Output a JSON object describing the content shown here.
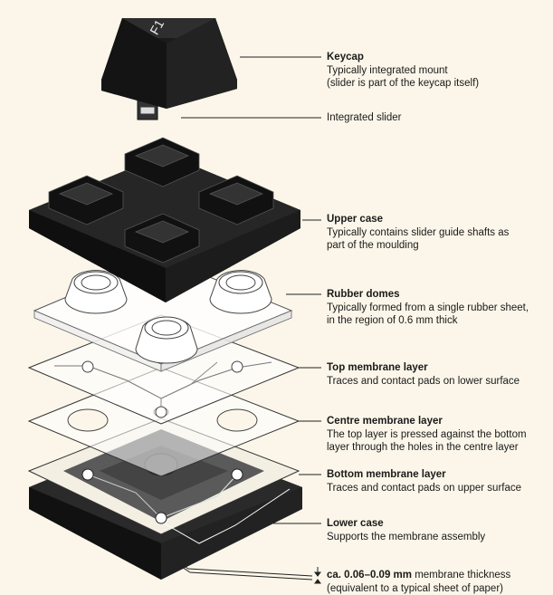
{
  "keycap_legend": "F1",
  "labels": {
    "keycap": {
      "title": "Keycap",
      "desc1": "Typically integrated mount",
      "desc2": "(slider is part of the keycap itself)"
    },
    "slider": {
      "title": "Integrated slider"
    },
    "upper_case": {
      "title": "Upper case",
      "desc1": "Typically contains slider guide shafts as",
      "desc2": "part of the moulding"
    },
    "rubber_domes": {
      "title": "Rubber domes",
      "desc1": "Typically formed from a single rubber sheet,",
      "desc2": "in the region of 0.6 mm thick"
    },
    "top_membrane": {
      "title": "Top membrane layer",
      "desc1": "Traces and contact pads on lower surface"
    },
    "centre_membrane": {
      "title": "Centre membrane layer",
      "desc1": "The top layer is pressed against the bottom",
      "desc2": "layer through the holes in the centre layer"
    },
    "bottom_membrane": {
      "title": "Bottom membrane layer",
      "desc1": "Traces and contact pads on upper surface"
    },
    "lower_case": {
      "title": "Lower case",
      "desc1": "Supports the membrane assembly"
    },
    "thickness": {
      "title": "ca. 0.06–0.09 mm",
      "desc1": "membrane thickness",
      "desc2": "(equivalent to a typical sheet of paper)"
    }
  },
  "colors": {
    "background": "#fbf6e9",
    "black_part": "#1c1c1c",
    "dark_membrane": "#555555"
  }
}
